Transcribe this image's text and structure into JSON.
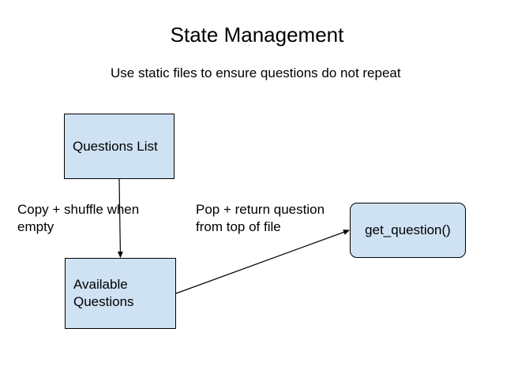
{
  "diagram": {
    "title": "State Management",
    "subtitle": "Use static files to ensure questions do not repeat",
    "nodes": {
      "questions_list": "Questions List",
      "available_questions": "Available Questions",
      "get_question": "get_question()"
    },
    "edges": {
      "copy_shuffle": "Copy + shuffle when empty",
      "pop_return": "Pop + return question from top of file"
    }
  }
}
